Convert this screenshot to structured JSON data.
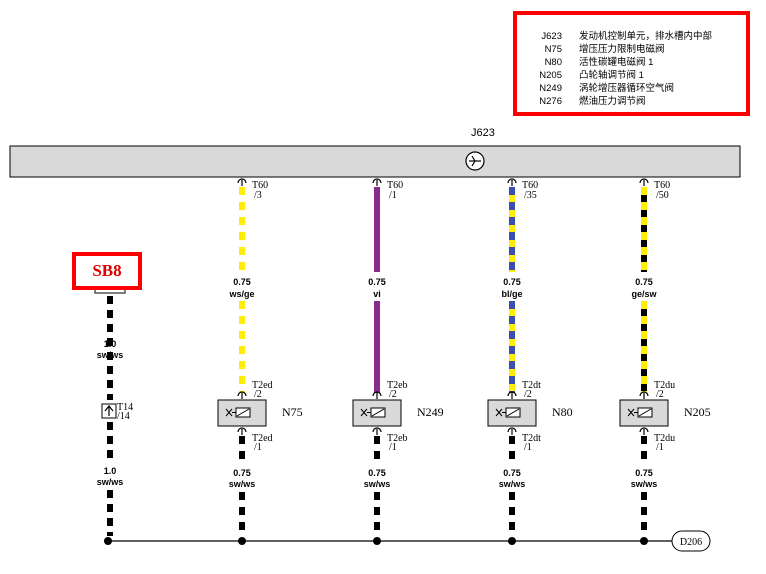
{
  "legend": {
    "items": [
      {
        "code": "J623",
        "desc": "发动机控制单元，排水槽内中部"
      },
      {
        "code": "N75",
        "desc": "增压压力限制电磁阀"
      },
      {
        "code": "N80",
        "desc": "活性碳罐电磁阀 1"
      },
      {
        "code": "N205",
        "desc": "凸轮轴调节阀 1"
      },
      {
        "code": "N249",
        "desc": "涡轮增压器循环空气阀"
      },
      {
        "code": "N276",
        "desc": "燃油压力调节阀"
      }
    ]
  },
  "ecu": {
    "label": "J623"
  },
  "fuse": {
    "label": "SB8",
    "highlight_color": "#ff0000"
  },
  "left_wire": {
    "size": "1.0",
    "color_code": "sw/ws",
    "connector": "T14",
    "pin": "/14",
    "lower_size": "1.0",
    "lower_color_code": "sw/ws",
    "wire_color": "#000000"
  },
  "channels": [
    {
      "connector": "T60",
      "pin": "/3",
      "size": "0.75",
      "color_code": "ws/ge",
      "comp_conn": "T2ed",
      "comp_pin": "/2",
      "comp_conn_lower": "T2ed",
      "comp_pin_lower": "/1",
      "component": "N75",
      "lower_size": "0.75",
      "lower_color_code": "sw/ws",
      "wire_colors": [
        "#ffee00",
        "#ffffff"
      ]
    },
    {
      "connector": "T60",
      "pin": "/1",
      "size": "0.75",
      "color_code": "vi",
      "comp_conn": "T2eb",
      "comp_pin": "/2",
      "comp_conn_lower": "T2eb",
      "comp_pin_lower": "/1",
      "component": "N249",
      "lower_size": "0.75",
      "lower_color_code": "sw/ws",
      "wire_colors": [
        "#8b2a8b"
      ]
    },
    {
      "connector": "T60",
      "pin": "/35",
      "size": "0.75",
      "color_code": "bl/ge",
      "comp_conn": "T2dt",
      "comp_pin": "/2",
      "comp_conn_lower": "T2dt",
      "comp_pin_lower": "/1",
      "component": "N80",
      "lower_size": "0.75",
      "lower_color_code": "sw/ws",
      "wire_colors": [
        "#3a4fb0",
        "#ffee00"
      ]
    },
    {
      "connector": "T60",
      "pin": "/50",
      "size": "0.75",
      "color_code": "ge/sw",
      "comp_conn": "T2du",
      "comp_pin": "/2",
      "comp_conn_lower": "T2du",
      "comp_pin_lower": "/1",
      "component": "N205",
      "lower_size": "0.75",
      "lower_color_code": "sw/ws",
      "wire_colors": [
        "#ffee00",
        "#000000"
      ]
    }
  ],
  "ground": {
    "label": "D206"
  },
  "colors": {
    "ecu_bar": "#d9d9d9",
    "component_box": "#d9d9d9",
    "highlight": "#ff0000"
  }
}
